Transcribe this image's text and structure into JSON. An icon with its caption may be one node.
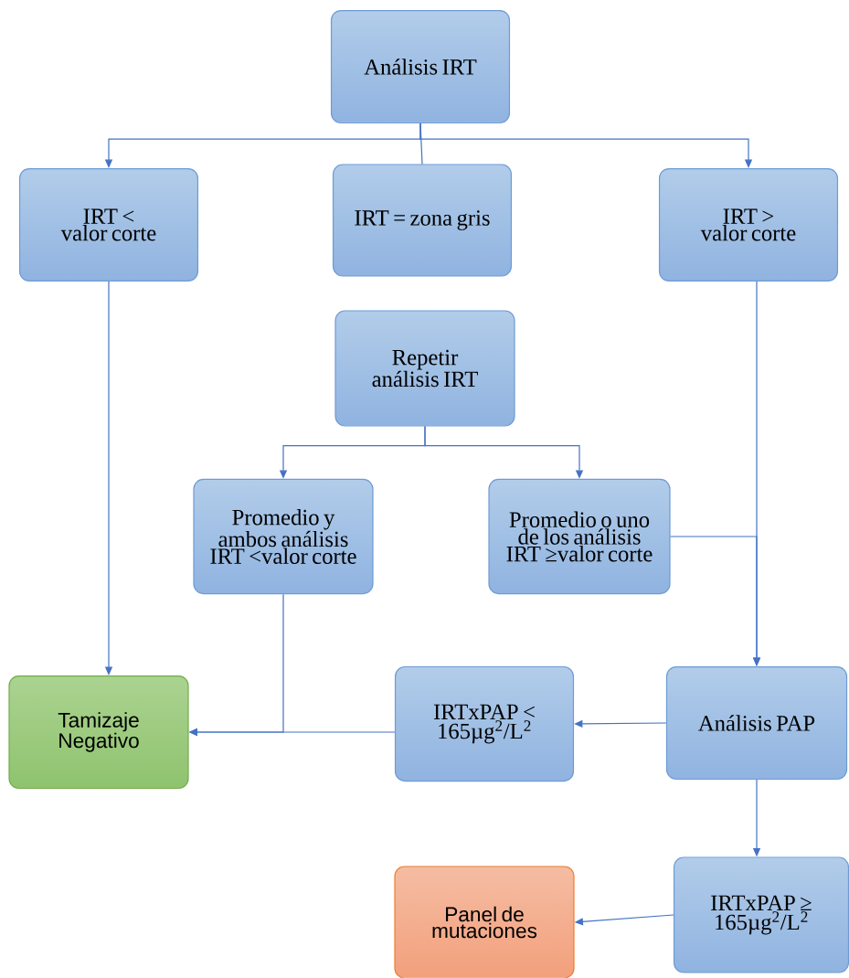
{
  "diagram": {
    "nodes": [
      {
        "text": [
          "Análisis IRT"
        ]
      },
      {
        "text": [
          "IRT < valor corte"
        ]
      },
      {
        "text": [
          "IRT = zona gris"
        ]
      },
      {
        "text": [
          "IRT > valor corte"
        ]
      },
      {
        "text": [
          "Repetir análisis IRT"
        ]
      },
      {
        "text": [
          "Promedio y ambos análisis IRT <valor corte"
        ]
      },
      {
        "text": [
          "Promedio o uno de los análisis IRT ≥valor corte"
        ]
      },
      {
        "text": [
          "Tamizaje Negativo"
        ]
      },
      {
        "text": [
          "IRTxPAP < 165µg$^{2}$/L$^{2}$"
        ]
      },
      {
        "text": [
          "Análisis PAP"
        ]
      },
      {
        "text": [
          "Panel de mutaciones"
        ]
      },
      {
        "text": [
          "IRTxPAP ≥ 165µg$^{2}$/L$^{2}$"
        ]
      }
    ],
    "edges": [
      {
        "from": 0,
        "to": 1,
        "arrow": "to"
      },
      {
        "from": 0,
        "to": 2,
        "arrow": "none"
      },
      {
        "from": 0,
        "to": 3,
        "arrow": "to"
      },
      {
        "from": 4,
        "to": 5,
        "arrow": "to"
      },
      {
        "from": 4,
        "to": 6,
        "arrow": "to"
      },
      {
        "from": 1,
        "to": 7,
        "arrow": "to"
      },
      {
        "from": 5,
        "to": 7,
        "arrow": "to"
      },
      {
        "from": 8,
        "to": 7,
        "arrow": "to"
      },
      {
        "from": 3,
        "to": 9,
        "arrow": "to"
      },
      {
        "from": 6,
        "to": 9,
        "arrow": "to"
      },
      {
        "from": 9,
        "to": 8,
        "arrow": "to"
      },
      {
        "from": 9,
        "to": 11,
        "arrow": "to"
      },
      {
        "from": 11,
        "to": 10,
        "arrow": "to"
      }
    ]
  }
}
